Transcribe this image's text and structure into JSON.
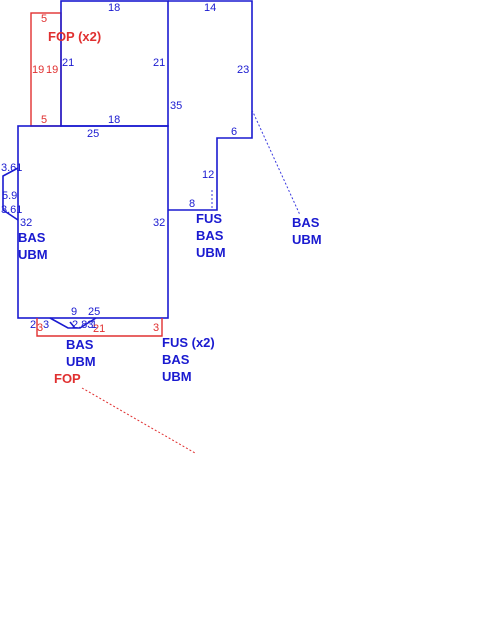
{
  "colors": {
    "living_area": "#1a1ad0",
    "porch": "#e03030",
    "background": "#ffffff"
  },
  "areas": {
    "fop_x2": "FOP (x2)",
    "bas_ubm_main": [
      "BAS",
      "UBM"
    ],
    "fus_bas_ubm_mid": [
      "FUS",
      "BAS",
      "UBM"
    ],
    "bas_ubm_right": [
      "BAS",
      "UBM"
    ],
    "bas_ubm_bottom": [
      "BAS",
      "UBM"
    ],
    "fop_bottom": "FOP",
    "fus_x2_bas_ubm": [
      "FUS (x2)",
      "BAS",
      "UBM"
    ]
  },
  "dimensions": {
    "fop_top": "5",
    "fop_left": "19",
    "fop_right": "19",
    "fop_bottom": "5",
    "upper_top": "18",
    "upper_left": "21",
    "upper_right": "21",
    "upper_bottom": "18",
    "right_top": "14",
    "right_side": "23",
    "right_step": "6",
    "right_drop": "12",
    "right_base": "8",
    "right_left_side": "35",
    "main_top": "25",
    "main_left": "32",
    "main_right": "32",
    "main_bottom_a": "9",
    "main_bottom_b": "25",
    "bay_top": "3.61",
    "bay_side": "5.9",
    "bay_bottom": "3.61",
    "stoop_a": "2",
    "stoop_b": "3",
    "stoop_c": "3",
    "stoop_d": "2.83",
    "stoop_e": "1",
    "stoop_f": "21",
    "stoop_g": "3"
  }
}
